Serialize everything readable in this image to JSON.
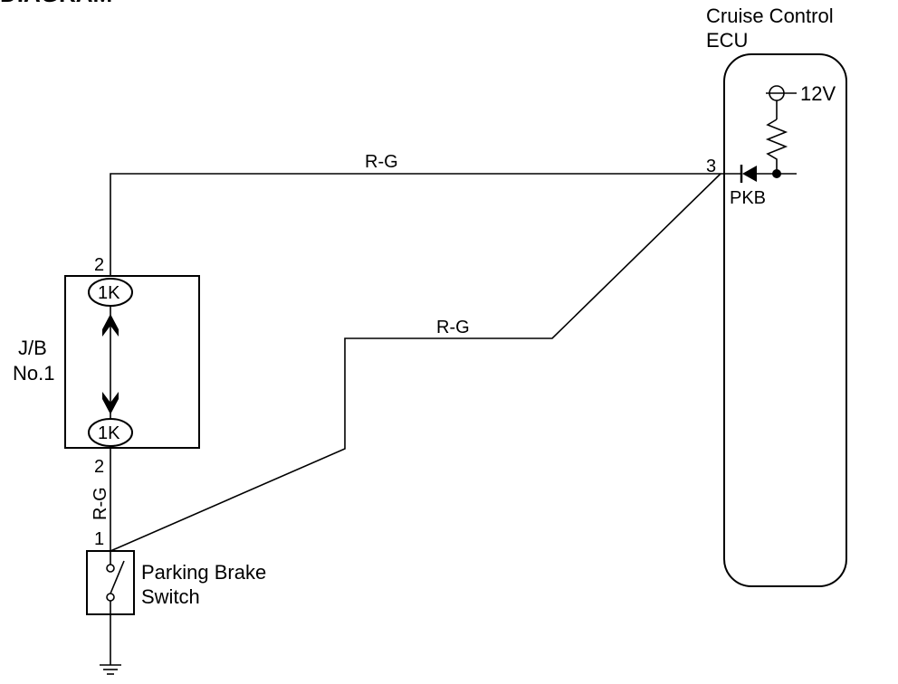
{
  "header_fragment": "DIAGRAM",
  "ecu": {
    "title_line1": "Cruise Control",
    "title_line2": "ECU",
    "supply_label": "12V",
    "terminal_pin": "3",
    "terminal_name": "PKB"
  },
  "junction_block": {
    "label_line1": "J/B",
    "label_line2": "No.1",
    "top_pin": "2",
    "bottom_pin": "2",
    "top_connector": "1K",
    "bottom_connector": "1K"
  },
  "switch": {
    "label_line1": "Parking Brake",
    "label_line2": "Switch",
    "pin": "1"
  },
  "wires": {
    "top_color": "R-G",
    "middle_color": "R-G",
    "vertical_color": "R-G"
  }
}
